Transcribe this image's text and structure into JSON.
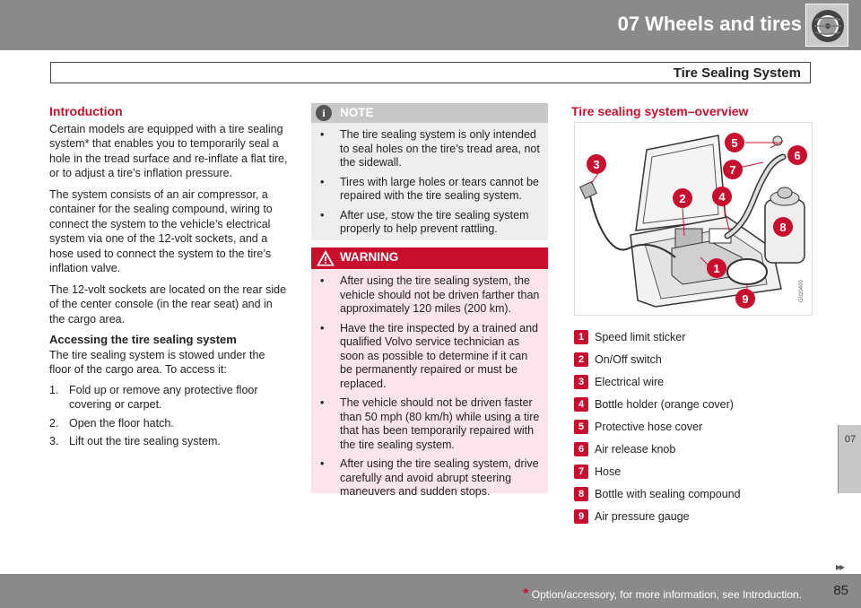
{
  "header": {
    "chapter_title": "07 Wheels and tires",
    "section_title": "Tire Sealing System",
    "side_tab": "07"
  },
  "intro": {
    "heading": "Introduction",
    "p1": "Certain models are equipped with a tire sealing system* that enables you to temporarily seal a hole in the tread surface and re-inflate a flat tire, or to adjust a tire’s inflation pressure.",
    "p2": "The system consists of an air compressor, a container for the sealing compound, wiring to connect the system to the vehicle’s electrical system via one of the 12-volt sockets, and a hose used to connect the system to the tire’s inflation valve.",
    "p3": "The 12-volt sockets are located on the rear side of the center console (in the rear seat) and in the cargo area.",
    "sub_heading": "Accessing the tire sealing system",
    "p4": "The tire sealing system is stowed under the floor of the cargo area. To access it:",
    "steps": [
      {
        "num": "1.",
        "text": "Fold up or remove any protective floor covering or carpet."
      },
      {
        "num": "2.",
        "text": "Open the floor hatch."
      },
      {
        "num": "3.",
        "text": "Lift out the tire sealing system."
      }
    ]
  },
  "note": {
    "label": "NOTE",
    "items": [
      "The tire sealing system is only intended to seal holes on the tire’s tread area, not the sidewall.",
      "Tires with large holes or tears cannot be repaired with the tire sealing system.",
      "After use, stow the tire sealing system properly to help prevent rattling."
    ]
  },
  "warning": {
    "label": "WARNING",
    "items": [
      "After using the tire sealing system, the vehicle should not be driven farther than approximately 120 miles (200 km).",
      "Have the tire inspected by a trained and qualified Volvo service technician as soon as possible to determine if it can be permanently repaired or must be replaced.",
      "The vehicle should not be driven faster than 50 mph (80 km/h) while using a tire that has been temporarily repaired with the tire sealing system.",
      "After using the tire sealing system, drive carefully and avoid abrupt steering maneuvers and sudden stops."
    ]
  },
  "overview": {
    "heading": "Tire sealing system–overview",
    "figure_code": "G020400",
    "callouts": [
      "1",
      "2",
      "3",
      "4",
      "5",
      "6",
      "7",
      "8",
      "9"
    ],
    "legend": [
      {
        "num": "1",
        "text": "Speed limit sticker"
      },
      {
        "num": "2",
        "text": "On/Off switch"
      },
      {
        "num": "3",
        "text": "Electrical wire"
      },
      {
        "num": "4",
        "text": "Bottle holder (orange cover)"
      },
      {
        "num": "5",
        "text": "Protective hose cover"
      },
      {
        "num": "6",
        "text": "Air release knob"
      },
      {
        "num": "7",
        "text": "Hose"
      },
      {
        "num": "8",
        "text": "Bottle with sealing compound"
      },
      {
        "num": "9",
        "text": "Air pressure gauge"
      }
    ]
  },
  "footer": {
    "star": "*",
    "note": "Option/accessory, for more information, see Introduction.",
    "page": "85",
    "next_arrows": "▸▸"
  },
  "colors": {
    "accent_red": "#c8102e",
    "header_gray": "#8a8a8a",
    "warning_bg": "#fbe4ec",
    "note_bg": "#eeeeee"
  },
  "icons": [
    "wheel-icon",
    "info-icon",
    "warning-triangle-icon"
  ]
}
